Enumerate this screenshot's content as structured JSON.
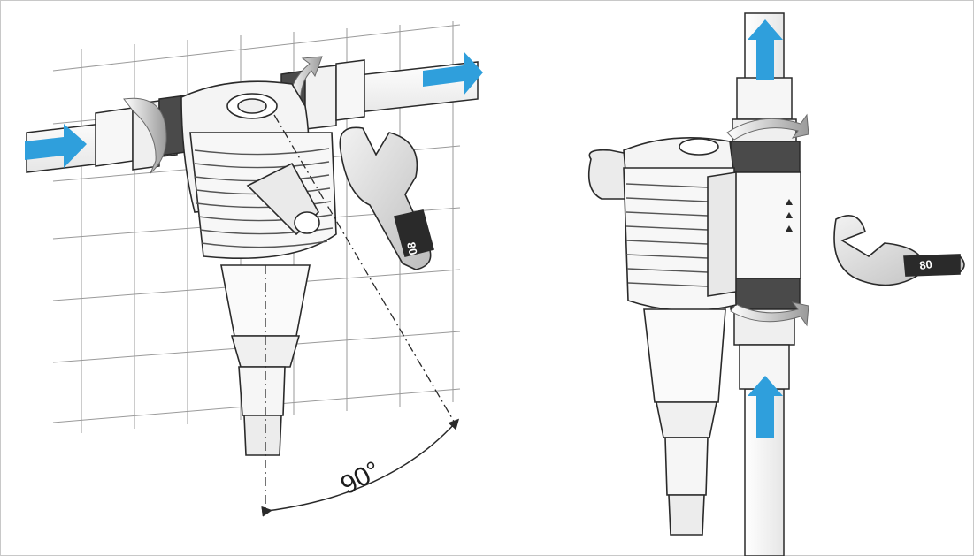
{
  "figure": {
    "panels": [
      "left-installation-horizontal",
      "right-installation-vertical"
    ]
  },
  "left": {
    "angle_label": "90°",
    "wrench_size": "80"
  },
  "right": {
    "wrench_size": "80"
  },
  "colors": {
    "flow_arrow": "#2f9fdc",
    "line": "#2a2a2a",
    "wall_grid": "#9a9a9a",
    "body_fill": "#f4f4f4",
    "dark_band": "#3a3a3a",
    "frame": "#c8c8c8"
  },
  "icons": [
    "flow-arrow-icon",
    "rotation-arrow-icon",
    "wrench-icon",
    "angle-arc-icon"
  ]
}
